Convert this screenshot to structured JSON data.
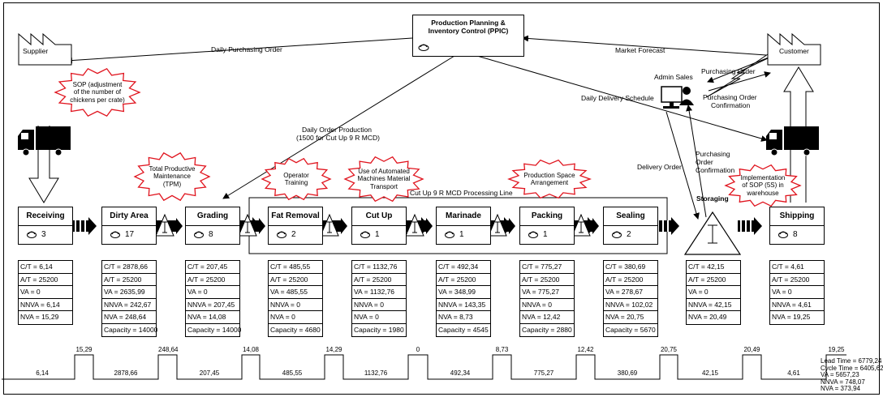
{
  "ppic": {
    "title_line1": "Production Planning &",
    "title_line2": "Inventory Control (PPIC)"
  },
  "supplier": "Supplier",
  "customer": "Customer",
  "admin": "Admin Sales",
  "storaging": "Storaging",
  "arrows": {
    "daily_purchasing_order": "Daily Purchasing Order",
    "market_forecast": "Market Forecast",
    "purchasing_order": "Purchasing Order",
    "purchasing_order_confirmation_1": "Purchasing Order",
    "purchasing_order_confirmation_2": "Confirmation",
    "daily_delivery_schedule": "Daily Delivery Schedule",
    "daily_order_production_1": "Daily Order Production",
    "daily_order_production_2": "(1500 for Cut Up 9 R MCD)",
    "delivery_order": "Delivery Order",
    "po_conf_vertical_1": "Purchasing",
    "po_conf_vertical_2": "Order",
    "po_conf_vertical_3": "Confirmation",
    "cutup_line": "Cut Up 9 R MCD Processing Line"
  },
  "kaizen": {
    "sop": [
      "SOP (adjustment",
      "of the number of",
      "chickens per crate)"
    ],
    "tpm": [
      "Total Productive",
      "Maintenance",
      "(TPM)"
    ],
    "operator": [
      "Operator",
      "Training"
    ],
    "automated": [
      "Use of Automated",
      "Machines Material",
      "Transport"
    ],
    "space": [
      "Production Space",
      "Arrangement"
    ],
    "fives": [
      "Implementation",
      "of SOP (5S) in",
      "warehouse"
    ]
  },
  "processes": [
    {
      "name": "Receiving",
      "ops": "3",
      "data": [
        "C/T = 6,14",
        "A/T = 25200",
        "VA = 0",
        "NNVA = 6,14",
        "NVA = 15,29"
      ]
    },
    {
      "name": "Dirty Area",
      "ops": "17",
      "data": [
        "C/T = 2878,66",
        "A/T = 25200",
        "VA = 2635,99",
        "NNVA = 242,67",
        "NVA = 248,64",
        "Capacity = 14000"
      ]
    },
    {
      "name": "Grading",
      "ops": "8",
      "data": [
        "C/T = 207,45",
        "A/T = 25200",
        "VA = 0",
        "NNVA = 207,45",
        "NVA = 14,08",
        "Capacity = 14000"
      ]
    },
    {
      "name": "Fat Removal",
      "ops": "2",
      "data": [
        "C/T = 485,55",
        "A/T = 25200",
        "VA = 485,55",
        "NNVA = 0",
        "NVA = 0",
        "Capacity = 4680"
      ]
    },
    {
      "name": "Cut Up",
      "ops": "1",
      "data": [
        "C/T = 1132,76",
        "A/T = 25200",
        "VA = 1132,76",
        "NNVA = 0",
        "NVA = 0",
        "Capacity = 1980"
      ]
    },
    {
      "name": "Marinade",
      "ops": "1",
      "data": [
        "C/T = 492,34",
        "A/T = 25200",
        "VA = 348,99",
        "NNVA = 143,35",
        "NVA = 8,73",
        "Capacity = 4545"
      ]
    },
    {
      "name": "Packing",
      "ops": "1",
      "data": [
        "C/T = 775,27",
        "A/T = 25200",
        "VA = 775,27",
        "NNVA = 0",
        "NVA = 12,42",
        "Capacity = 2880"
      ]
    },
    {
      "name": "Sealing",
      "ops": "2",
      "data": [
        "C/T = 380,69",
        "A/T = 25200",
        "VA = 278,67",
        "NNVA = 102,02",
        "NVA = 20,75",
        "Capacity = 5670"
      ]
    },
    {
      "name": "Storaging",
      "ops": "",
      "data": [
        "C/T = 42,15",
        "A/T = 25200",
        "VA = 0",
        "NNVA = 42,15",
        "NVA = 20,49"
      ]
    },
    {
      "name": "Shipping",
      "ops": "8",
      "data": [
        "C/T = 4,61",
        "A/T = 25200",
        "VA = 0",
        "NNVA = 4,61",
        "NVA = 19,25"
      ]
    }
  ],
  "timeline": {
    "upper": [
      "15,29",
      "248,64",
      "14,08",
      "14,29",
      "0",
      "8,73",
      "12,42",
      "20,75",
      "20,49",
      "19,25"
    ],
    "lower": [
      "6,14",
      "2878,66",
      "207,45",
      "485,55",
      "1132,76",
      "492,34",
      "775,27",
      "380,69",
      "42,15",
      "4,61"
    ]
  },
  "summary": [
    "Lead Time = 6779,24",
    "Cycle Time = 6405,62",
    "VA = 5657,23",
    "NNVA = 748,07",
    "NVA = 373,94"
  ]
}
